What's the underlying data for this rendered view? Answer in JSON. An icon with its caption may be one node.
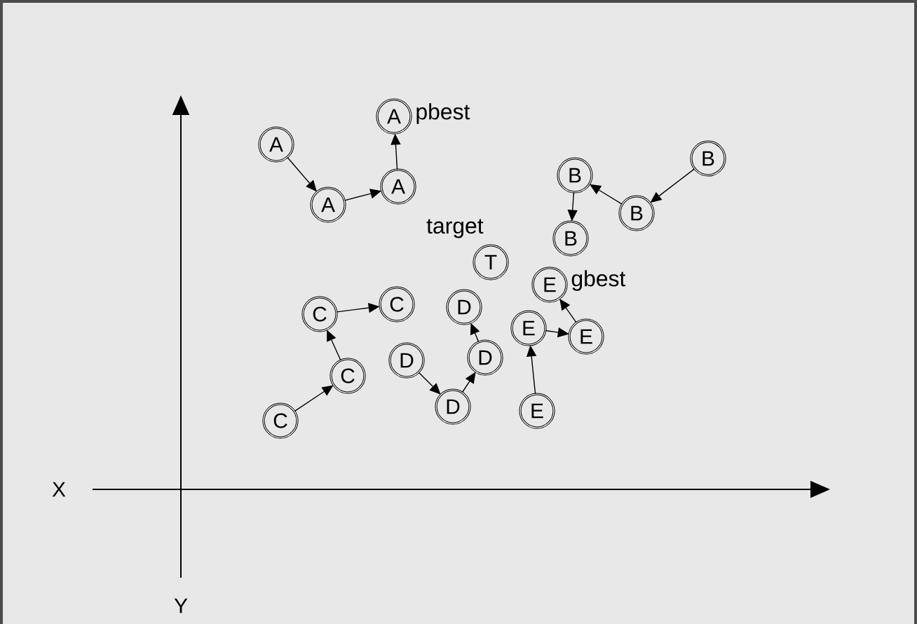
{
  "diagram": {
    "nodes": [
      {
        "text": [
          "A"
        ]
      },
      {
        "text": [
          "A"
        ]
      },
      {
        "text": [
          "A"
        ]
      },
      {
        "text": [
          "A"
        ],
        "beside": [
          "pbest"
        ]
      },
      {
        "text": [
          "B"
        ]
      },
      {
        "text": [
          "B"
        ]
      },
      {
        "text": [
          "B"
        ]
      },
      {
        "text": [
          "B"
        ]
      },
      {
        "text": [
          "T"
        ],
        "beside": [
          "target"
        ]
      },
      {
        "text": [
          "C"
        ]
      },
      {
        "text": [
          "C"
        ]
      },
      {
        "text": [
          "C"
        ]
      },
      {
        "text": [
          "C"
        ]
      },
      {
        "text": [
          "D"
        ]
      },
      {
        "text": [
          "D"
        ]
      },
      {
        "text": [
          "D"
        ]
      },
      {
        "text": [
          "D"
        ]
      },
      {
        "text": [
          "E"
        ]
      },
      {
        "text": [
          "E"
        ]
      },
      {
        "text": [
          "E"
        ]
      },
      {
        "text": [
          "E"
        ],
        "beside": [
          "gbest"
        ]
      }
    ],
    "edges": [
      {
        "from": 0,
        "to": 1,
        "arrow": "to"
      },
      {
        "from": 1,
        "to": 2,
        "arrow": "to"
      },
      {
        "from": 2,
        "to": 3,
        "arrow": "to"
      },
      {
        "from": 4,
        "to": 5,
        "arrow": "to"
      },
      {
        "from": 5,
        "to": 6,
        "arrow": "to"
      },
      {
        "from": 6,
        "to": 7,
        "arrow": "to"
      },
      {
        "from": 9,
        "to": 10,
        "arrow": "to"
      },
      {
        "from": 10,
        "to": 11,
        "arrow": "to"
      },
      {
        "from": 11,
        "to": 12,
        "arrow": "to"
      },
      {
        "from": 13,
        "to": 14,
        "arrow": "to"
      },
      {
        "from": 14,
        "to": 15,
        "arrow": "to"
      },
      {
        "from": 15,
        "to": 16,
        "arrow": "to"
      },
      {
        "from": 17,
        "to": 18,
        "arrow": "to"
      },
      {
        "from": 18,
        "to": 19,
        "arrow": "to"
      },
      {
        "from": 19,
        "to": 20,
        "arrow": "to"
      }
    ],
    "labels": [
      "X",
      "Y"
    ]
  }
}
